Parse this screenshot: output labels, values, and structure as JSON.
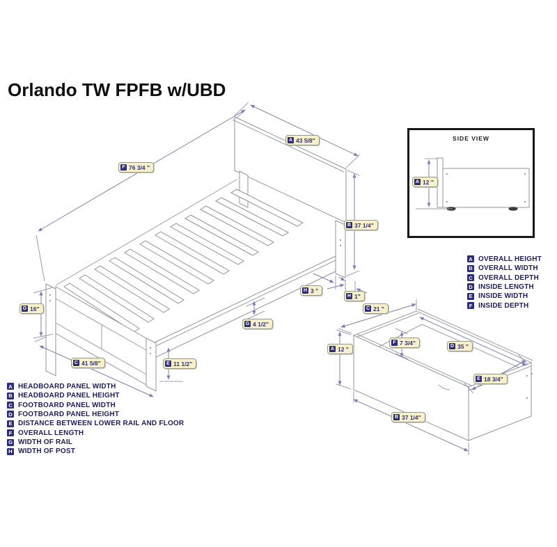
{
  "title": "Orlando TW FPFB w/UBD",
  "side_view": {
    "title": "SIDE VIEW"
  },
  "colors": {
    "label_chip_bg": "#f6f0cb",
    "letter_square_navy": "#2c2c7c",
    "legend_text_navy": "#1d1d5a",
    "dimension_line": "#7d80ae",
    "art_line": "#90939e",
    "title_black": "#0e0e0e"
  },
  "dims": {
    "bed_F": {
      "letter": "F",
      "value": "76 3/4 \""
    },
    "bed_A": {
      "letter": "A",
      "value": "43 5/8\""
    },
    "bed_B": {
      "letter": "B",
      "value": "37 1/4\""
    },
    "bed_H3": {
      "letter": "H",
      "value": "3 \""
    },
    "bed_H1": {
      "letter": "H",
      "value": "1\""
    },
    "bed_G": {
      "letter": "G",
      "value": "4 1/2\""
    },
    "bed_D": {
      "letter": "D",
      "value": "16\""
    },
    "bed_E": {
      "letter": "E",
      "value": "11 1/2\""
    },
    "bed_C": {
      "letter": "C",
      "value": "41 5/8\""
    },
    "side_A": {
      "letter": "A",
      "value": "12 \""
    },
    "dr_C": {
      "letter": "C",
      "value": "21 \""
    },
    "dr_A": {
      "letter": "A",
      "value": "12 \""
    },
    "dr_F": {
      "letter": "F",
      "value": "7 3/4\""
    },
    "dr_D": {
      "letter": "D",
      "value": "35 \""
    },
    "dr_E": {
      "letter": "E",
      "value": "18 3/4\""
    },
    "dr_B": {
      "letter": "B",
      "value": "37 1/4\""
    }
  },
  "legend_bed": [
    {
      "letter": "A",
      "label": "HEADBOARD PANEL WIDTH"
    },
    {
      "letter": "B",
      "label": "HEADBOARD PANEL HEIGHT"
    },
    {
      "letter": "C",
      "label": "FOOTBOARD PANEL WIDTH"
    },
    {
      "letter": "D",
      "label": "FOOTBOARD PANEL HEIGHT"
    },
    {
      "letter": "E",
      "label": "DISTANCE BETWEEN LOWER RAIL AND FLOOR"
    },
    {
      "letter": "F",
      "label": "OVERALL LENGTH"
    },
    {
      "letter": "G",
      "label": "WIDTH OF RAIL"
    },
    {
      "letter": "H",
      "label": "WIDTH OF POST"
    }
  ],
  "legend_drawer": [
    {
      "letter": "A",
      "label": "OVERALL HEIGHT"
    },
    {
      "letter": "B",
      "label": "OVERALL WIDTH"
    },
    {
      "letter": "C",
      "label": "OVERALL DEPTH"
    },
    {
      "letter": "D",
      "label": "INSIDE LENGTH"
    },
    {
      "letter": "E",
      "label": "INSIDE WIDTH"
    },
    {
      "letter": "F",
      "label": "INSIDE DEPTH"
    }
  ]
}
